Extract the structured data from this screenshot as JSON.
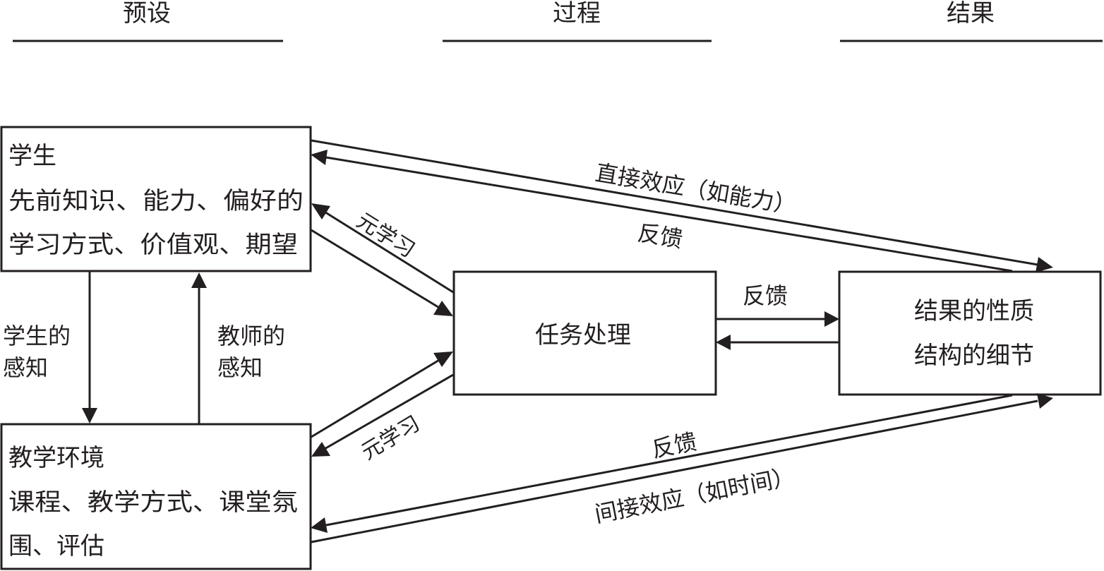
{
  "sections": [
    {
      "label": "预设"
    },
    {
      "label": "过程"
    },
    {
      "label": "结果"
    }
  ],
  "boxes": {
    "student": {
      "title": "学生",
      "lines": [
        "先前知识、能力、偏好的",
        "学习方式、价值观、期望"
      ]
    },
    "environment": {
      "title": "教学环境",
      "lines": [
        "课程、教学方式、课堂氛",
        "围、评估"
      ]
    },
    "task": {
      "title": "任务处理"
    },
    "result": {
      "lines": [
        "结果的性质",
        "结构的细节"
      ]
    }
  },
  "edge_labels": {
    "student_perception": [
      "学生的",
      "感知"
    ],
    "teacher_perception": [
      "教师的",
      "感知"
    ],
    "metalearning_top": "元学习",
    "metalearning_bottom": "元学习",
    "direct_effect": "直接效应（如能力）",
    "feedback_top": "反馈",
    "feedback_middle": "反馈",
    "feedback_bottom": "反馈",
    "indirect_effect": "间接效应（如时间）"
  },
  "colors": {
    "ink": "#231f20",
    "background": "#ffffff"
  }
}
